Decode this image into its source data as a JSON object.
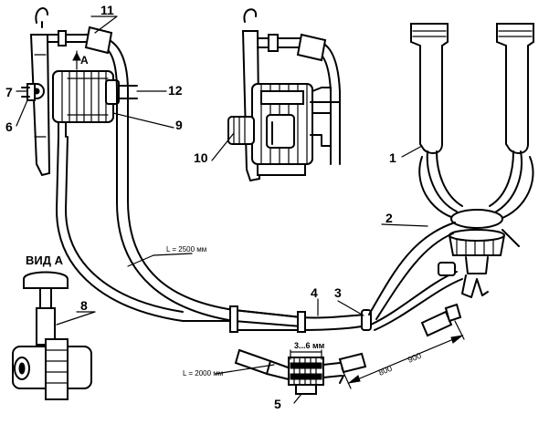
{
  "labels": {
    "n1": "1",
    "n2": "2",
    "n3": "3",
    "n4": "4",
    "n5": "5",
    "n6": "6",
    "n7": "7",
    "n8": "8",
    "n9": "9",
    "n10": "10",
    "n11": "11",
    "n12": "12"
  },
  "view_a_title": "ВИД А",
  "arrow_a": "A",
  "dim_long_hose": "L = 2500 мм",
  "dim_short_hose": "L = 2000 мм",
  "dim_gap": "3...6 мм",
  "dim_span_low": "800",
  "dim_span_high": "900"
}
